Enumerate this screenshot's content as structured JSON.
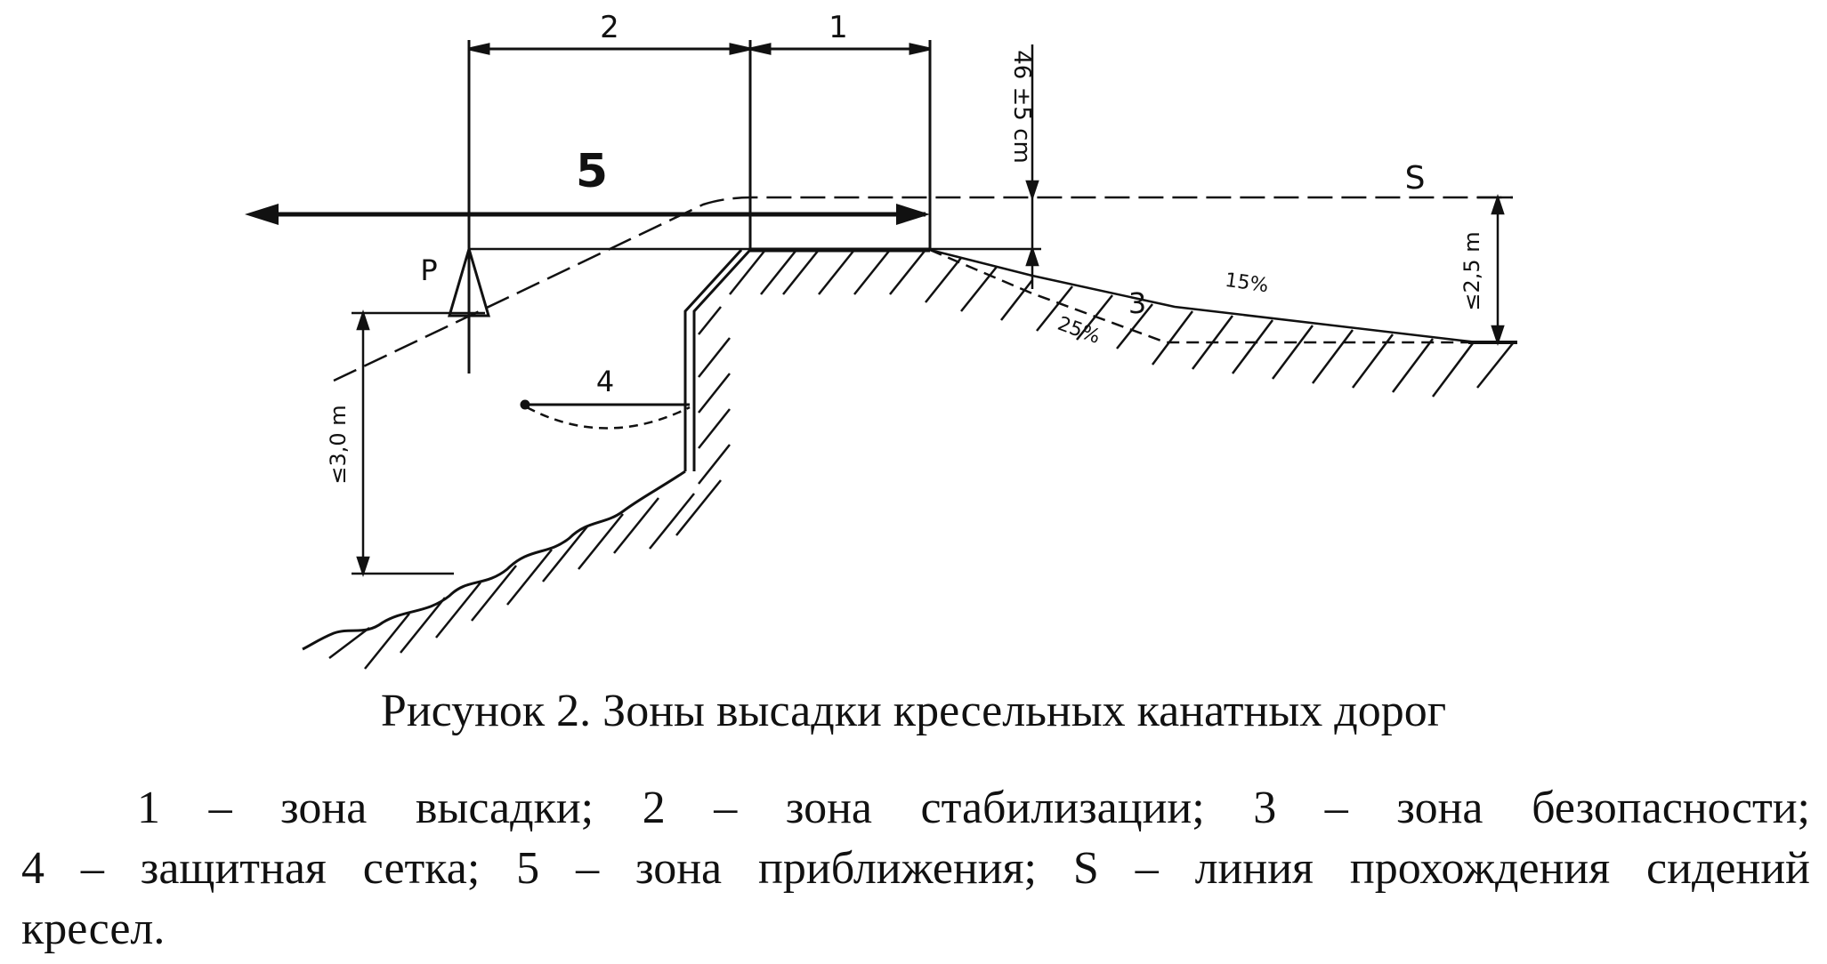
{
  "diagram": {
    "labels": {
      "zone_stabilization": "2",
      "zone_landing": "1",
      "zone_approach": "5",
      "zone_safety": "3",
      "safety_net": "4",
      "seat_line": "S",
      "point_p": "P",
      "dim_height_cm": "46 ±5 cm",
      "dim_height_2_5": "≤2,5 m",
      "dim_height_3_0": "≤3,0 m",
      "slope_15": "15%",
      "slope_25": "25%"
    }
  },
  "caption": "Рисунок 2. Зоны высадки кресельных канатных дорог",
  "legend": {
    "line1": "1 – зона высадки; 2 – зона стабилизации; 3 – зона безопасности;",
    "line2": "4 – защитная сетка; 5 – зона приближения; S – линия прохождения сидений",
    "line3": "кресел."
  }
}
